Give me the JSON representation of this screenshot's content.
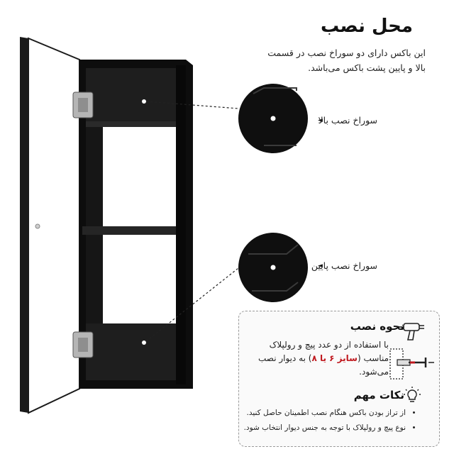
{
  "header": {
    "title": "محل نصب",
    "description": "این باکس دارای دو سوراخ نصب در قسمت بالا و پایین پشت باکس می‌باشد."
  },
  "callouts": {
    "top_label": "سوراخ نصب بالا",
    "bottom_label": "سوراخ نصب پایین",
    "marker": "◄"
  },
  "installation": {
    "title": "نحوه نصب",
    "text_before": "با استفاده از دو عدد پیچ و رولپلاک مناسب (",
    "size_note": "سایز ۶ یا ۸",
    "text_after": ") به دیوار نصب می‌شود."
  },
  "tips": {
    "title": "نکات مهم",
    "items": [
      "از تراز بودن باکس هنگام نصب اطمینان حاصل کنید.",
      "نوع پیچ و رولپلاک با توجه به جنس دیوار انتخاب شود."
    ]
  },
  "icons": {
    "drill": "drill-icon",
    "screw_wall": "screw-wall-icon",
    "lightbulb": "lightbulb-icon"
  },
  "colors": {
    "cabinet": "#111111",
    "door": "#ffffff",
    "highlight": "#c0181e"
  }
}
